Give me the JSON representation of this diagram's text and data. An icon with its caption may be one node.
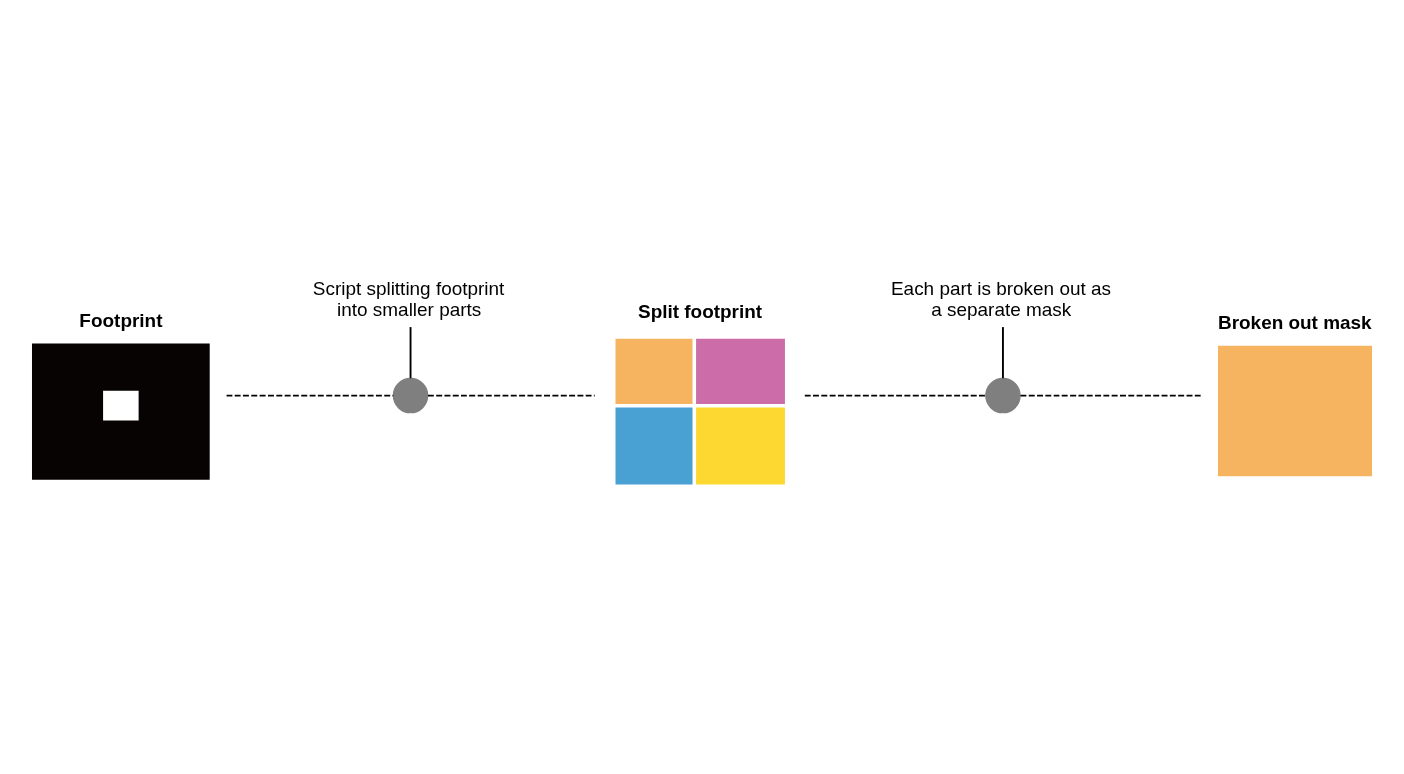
{
  "diagram": {
    "nodes": [
      {
        "text": [
          "Footprint"
        ]
      },
      {
        "text": [],
        "shape": "circle"
      },
      {
        "text": [
          "Split footprint"
        ]
      },
      {
        "text": [],
        "shape": "circle"
      },
      {
        "text": [
          "Broken out mask"
        ]
      },
      {
        "text": [
          "Script splitting footprint into smaller parts"
        ]
      },
      {
        "text": [
          "Each part is broken out as a separate mask"
        ]
      }
    ],
    "edges": [
      {
        "from": 0,
        "to": 1,
        "arrow": "none",
        "style": "dashed"
      },
      {
        "from": 1,
        "to": 2,
        "arrow": "none",
        "style": "dashed"
      },
      {
        "from": 2,
        "to": 3,
        "arrow": "none",
        "style": "dashed"
      },
      {
        "from": 3,
        "to": 4,
        "arrow": "none",
        "style": "dashed"
      },
      {
        "from": 5,
        "to": 1,
        "arrow": "none"
      },
      {
        "from": 6,
        "to": 3,
        "arrow": "none"
      }
    ]
  }
}
